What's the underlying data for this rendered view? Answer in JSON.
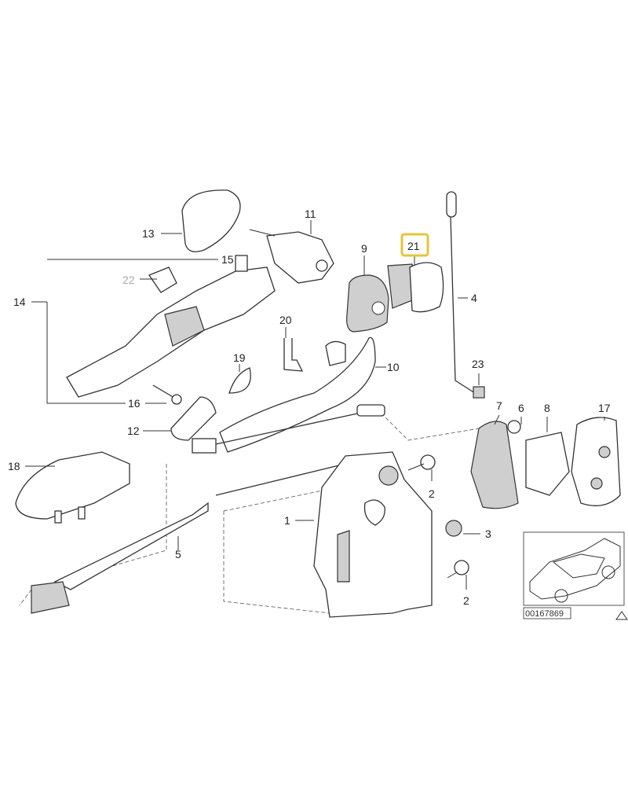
{
  "diagram": {
    "highlight_color": "#e8c33a",
    "callouts": {
      "p13": "13",
      "p11": "11",
      "p9": "9",
      "p21": "21",
      "p4": "4",
      "p15": "15",
      "p22": "22",
      "p14": "14",
      "p20": "20",
      "p19": "19",
      "p10": "10",
      "p23": "23",
      "p16": "16",
      "p6": "6",
      "p8": "8",
      "p7": "7",
      "p17": "17",
      "p12": "12",
      "p18": "18",
      "p2a": "2",
      "p1": "1",
      "p3": "3",
      "p5": "5",
      "p2b": "2"
    },
    "reference_number": "00167869"
  }
}
